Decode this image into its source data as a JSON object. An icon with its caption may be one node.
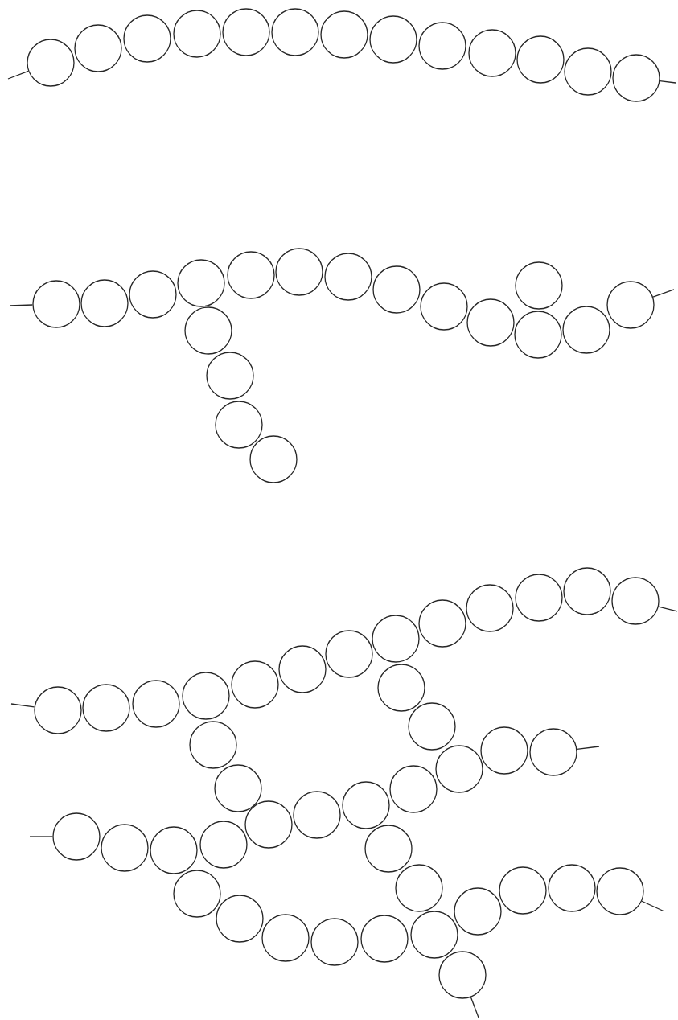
{
  "diagram": {
    "nodes": [
      {
        "text": [],
        "shape": "circle"
      },
      {
        "text": [],
        "shape": "circle"
      },
      {
        "text": [],
        "shape": "circle"
      },
      {
        "text": [],
        "shape": "circle"
      },
      {
        "text": [],
        "shape": "circle"
      },
      {
        "text": [],
        "shape": "circle"
      },
      {
        "text": [],
        "shape": "circle"
      },
      {
        "text": [],
        "shape": "circle"
      },
      {
        "text": [],
        "shape": "circle"
      },
      {
        "text": [],
        "shape": "circle"
      },
      {
        "text": [],
        "shape": "circle"
      },
      {
        "text": [],
        "shape": "circle"
      },
      {
        "text": [],
        "shape": "circle"
      },
      {
        "text": [],
        "shape": "circle"
      },
      {
        "text": [],
        "shape": "circle"
      },
      {
        "text": [],
        "shape": "circle"
      },
      {
        "text": [],
        "shape": "circle"
      },
      {
        "text": [],
        "shape": "circle"
      },
      {
        "text": [],
        "shape": "circle"
      },
      {
        "text": [],
        "shape": "circle"
      },
      {
        "text": [],
        "shape": "circle"
      },
      {
        "text": [],
        "shape": "circle"
      },
      {
        "text": [],
        "shape": "circle"
      },
      {
        "text": [],
        "shape": "circle"
      },
      {
        "text": [],
        "shape": "circle"
      },
      {
        "text": [],
        "shape": "circle"
      },
      {
        "text": [],
        "shape": "circle"
      },
      {
        "text": [],
        "shape": "circle"
      },
      {
        "text": [],
        "shape": "circle"
      },
      {
        "text": [],
        "shape": "circle"
      },
      {
        "text": [],
        "shape": "circle"
      },
      {
        "text": [],
        "shape": "circle"
      },
      {
        "text": [],
        "shape": "circle"
      },
      {
        "text": [],
        "shape": "circle"
      },
      {
        "text": [],
        "shape": "circle"
      },
      {
        "text": [],
        "shape": "circle"
      },
      {
        "text": [],
        "shape": "circle"
      },
      {
        "text": [],
        "shape": "circle"
      },
      {
        "text": [],
        "shape": "circle"
      },
      {
        "text": [],
        "shape": "circle"
      },
      {
        "text": [],
        "shape": "circle"
      },
      {
        "text": [],
        "shape": "circle"
      },
      {
        "text": [],
        "shape": "circle"
      },
      {
        "text": [],
        "shape": "circle"
      },
      {
        "text": [],
        "shape": "circle"
      },
      {
        "text": [],
        "shape": "circle"
      },
      {
        "text": [],
        "shape": "circle"
      },
      {
        "text": [],
        "shape": "circle"
      },
      {
        "text": [],
        "shape": "circle"
      },
      {
        "text": [],
        "shape": "circle"
      },
      {
        "text": [],
        "shape": "circle"
      },
      {
        "text": [],
        "shape": "circle"
      },
      {
        "text": [],
        "shape": "circle"
      },
      {
        "text": [],
        "shape": "circle"
      },
      {
        "text": [],
        "shape": "circle"
      },
      {
        "text": [],
        "shape": "circle"
      },
      {
        "text": [],
        "shape": "circle"
      },
      {
        "text": [],
        "shape": "circle"
      },
      {
        "text": [],
        "shape": "circle"
      },
      {
        "text": [],
        "shape": "circle"
      },
      {
        "text": [],
        "shape": "circle"
      },
      {
        "text": [],
        "shape": "circle"
      },
      {
        "text": [],
        "shape": "circle"
      },
      {
        "text": [],
        "shape": "circle"
      },
      {
        "text": [],
        "shape": "circle"
      },
      {
        "text": [],
        "shape": "circle"
      },
      {
        "text": [],
        "shape": "circle"
      },
      {
        "text": [],
        "shape": "circle"
      },
      {
        "text": [],
        "shape": "circle"
      },
      {
        "text": [],
        "shape": "circle"
      },
      {
        "text": [],
        "shape": "circle"
      },
      {
        "text": [],
        "shape": "circle"
      }
    ],
    "edges": [
      {
        "from": null,
        "to": 0,
        "arrow": "none"
      },
      {
        "from": null,
        "to": 12,
        "arrow": "none"
      },
      {
        "from": null,
        "to": 13,
        "arrow": "none"
      },
      {
        "from": null,
        "to": 26,
        "arrow": "none"
      },
      {
        "from": null,
        "to": 31,
        "arrow": "none"
      },
      {
        "from": null,
        "to": 43,
        "arrow": "none"
      },
      {
        "from": null,
        "to": 52,
        "arrow": "none"
      },
      {
        "from": null,
        "to": 55,
        "arrow": "none"
      },
      {
        "from": null,
        "to": 68,
        "arrow": "none"
      },
      {
        "from": null,
        "to": 69,
        "arrow": "none"
      }
    ]
  }
}
